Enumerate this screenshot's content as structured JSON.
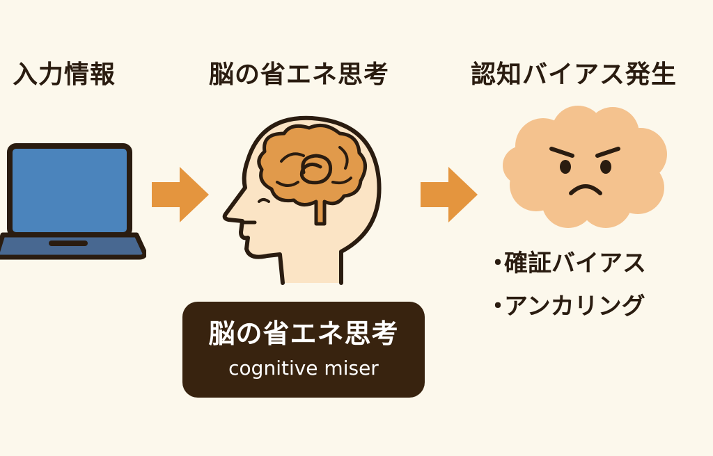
{
  "stages": {
    "input": {
      "title": "入力情報",
      "icon": "laptop-icon"
    },
    "brain": {
      "title": "脳の省エネ思考",
      "icon": "brain-head-icon"
    },
    "bias": {
      "title": "認知バイアス発生",
      "icon": "angry-cloud-icon"
    }
  },
  "arrows": [
    "arrow-right-icon",
    "arrow-right-icon"
  ],
  "bias_examples": {
    "bullet": "・",
    "items": [
      "確証バイアス",
      "アンカリング"
    ]
  },
  "caption": {
    "japanese": "脳の省エネ思考",
    "english": "cognitive miser"
  },
  "colors": {
    "background": "#fcf8ec",
    "arrow": "#e4953e",
    "brain": "#e19a4b",
    "head_skin": "#fbe4c5",
    "cloud": "#f4c28e",
    "laptop_screen": "#4b84bc",
    "caption_bg": "#38230f",
    "text": "#2a1c10"
  }
}
